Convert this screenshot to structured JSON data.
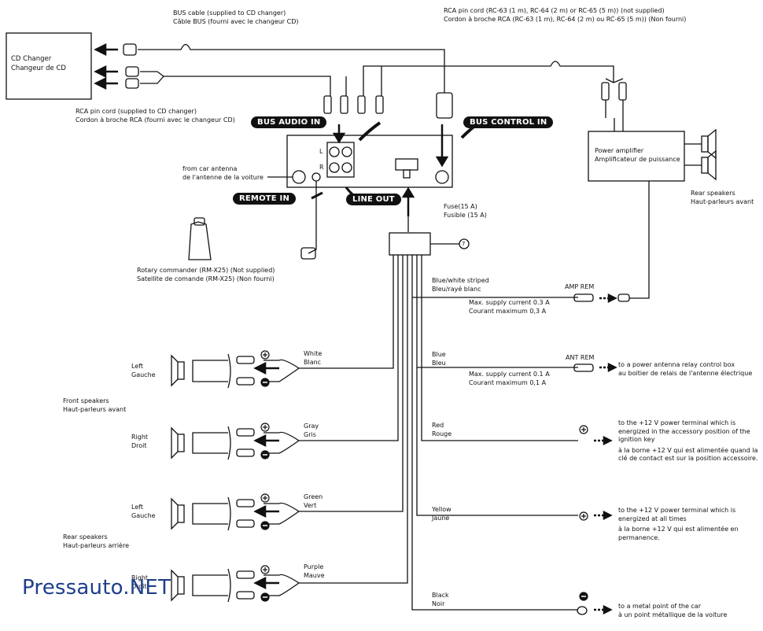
{
  "labels": {
    "cd_changer": [
      "CD Changer",
      "Changeur de CD"
    ],
    "bus_cable": [
      "BUS cable (supplied to CD changer)",
      "Câble BUS (fourni avec le changeur CD)"
    ],
    "rca_changer": [
      "RCA pin cord (supplied to CD changer)",
      "Cordon à broche RCA (fourni avec le changeur CD)"
    ],
    "rca_not_supplied": [
      "RCA pin cord (RC-63 (1 m), RC-64 (2 m) or RC-65 (5 m)) (not supplied)",
      "Cordon à broche RCA (RC-63 (1 m), RC-64 (2 m) ou RC-65 (5 m)) (Non fourni)"
    ],
    "power_amp": [
      "Power amplifier",
      "Amplificateur de puissance"
    ],
    "rear_speakers_top": [
      "Rear speakers",
      "Haut-parleurs avant"
    ],
    "antenna": [
      "from car antenna",
      "de l'antenne de la voiture"
    ],
    "fuse": [
      "Fuse(15 A)",
      "Fusible (15 A)"
    ],
    "rotary": [
      "Rotary commander (RM-X25) (Not supplied)",
      "Satellite de comande (RM-X25) (Non fourni)"
    ],
    "connector_num": "7",
    "lr": [
      "L",
      "R"
    ]
  },
  "badges": {
    "bus_audio_in": "BUS AUDIO IN",
    "bus_control_in": "BUS CONTROL IN",
    "remote_in": "REMOTE IN",
    "line_out": "LINE OUT"
  },
  "wires": {
    "blue_white": [
      "Blue/white striped",
      "Bleu/rayé blanc"
    ],
    "max_03": [
      "Max. supply current 0.3 A",
      "Courant maximum 0,3 A"
    ],
    "amp_rem": "AMP REM",
    "blue": [
      "Blue",
      "Bleu"
    ],
    "max_01": [
      "Max. supply current 0.1 A",
      "Courant maximum 0,1 A"
    ],
    "ant_rem": "ANT REM",
    "ant_rem_dest": [
      "to a power antenna relay control box",
      "au boitier de relais de l'antenne électrique"
    ],
    "red": [
      "Red",
      "Rouge"
    ],
    "red_dest": [
      "to the +12 V power terminal which is",
      "energized in the accessory position of the",
      "ignition key",
      "à la borne +12 V qui est alimentée quand la",
      "clé de contact est sur la position accessoire."
    ],
    "yellow": [
      "Yellow",
      "Jaune"
    ],
    "yellow_dest": [
      "to the +12 V power terminal which is",
      "energized at all times",
      "à la borne +12 V qui est alimentée en",
      "permanence."
    ],
    "black": [
      "Black",
      "Noir"
    ],
    "black_dest": [
      "to a metal point of the car",
      "à un point métallique de la voiture"
    ]
  },
  "speakers": {
    "front": [
      "Front speakers",
      "Haut-parleurs avant"
    ],
    "rear": [
      "Rear speakers",
      "Haut-parleurs arrière"
    ],
    "left": [
      "Left",
      "Gauche"
    ],
    "right": [
      "Right",
      "Droit"
    ],
    "white": [
      "White",
      "Blanc"
    ],
    "gray": [
      "Gray",
      "Gris"
    ],
    "green": [
      "Green",
      "Vert"
    ],
    "purple": [
      "Purple",
      "Mauve"
    ]
  },
  "watermark": "Pressauto.NET"
}
